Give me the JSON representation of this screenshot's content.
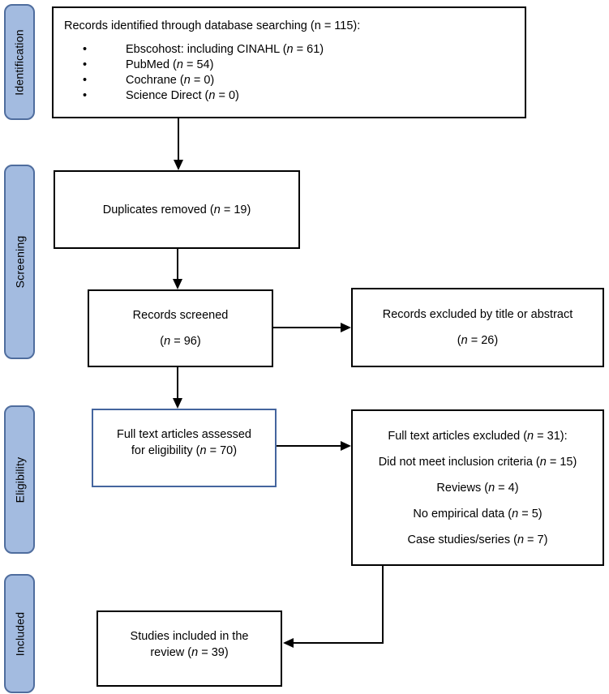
{
  "colors": {
    "stage_fill": "#A3BBE0",
    "stage_border": "#4F6D9E",
    "highlight_border": "#44659E",
    "box_border": "#000000",
    "arrow": "#000000"
  },
  "stages": [
    {
      "label": "Identification"
    },
    {
      "label": "Screening"
    },
    {
      "label": "Eligibility"
    },
    {
      "label": "Included"
    }
  ],
  "boxes": {
    "identified": {
      "title": "Records identified through database searching (n = 115):",
      "bullets": [
        "Ebscohost: including CINAHL (n = 61)",
        "PubMed (n = 54)",
        "Cochrane (n = 0)",
        "Science Direct (n = 0)"
      ]
    },
    "duplicates": {
      "text": "Duplicates removed (n = 19)"
    },
    "screened": {
      "line1": "Records screened",
      "line2": "(n = 96)"
    },
    "excluded_screen": {
      "line1": "Records excluded by title or abstract",
      "line2": "(n = 26)"
    },
    "assessed": {
      "line1": "Full text articles assessed",
      "line2": "for eligibility (n = 70)"
    },
    "excluded_full": {
      "lines": [
        "Full text articles excluded (n = 31):",
        "Did not meet inclusion criteria (n = 15)",
        "Reviews (n = 4)",
        "No empirical data (n = 5)",
        "Case studies/series (n = 7)"
      ]
    },
    "included": {
      "line1": "Studies included in the",
      "line2": "review (n = 39)"
    }
  }
}
